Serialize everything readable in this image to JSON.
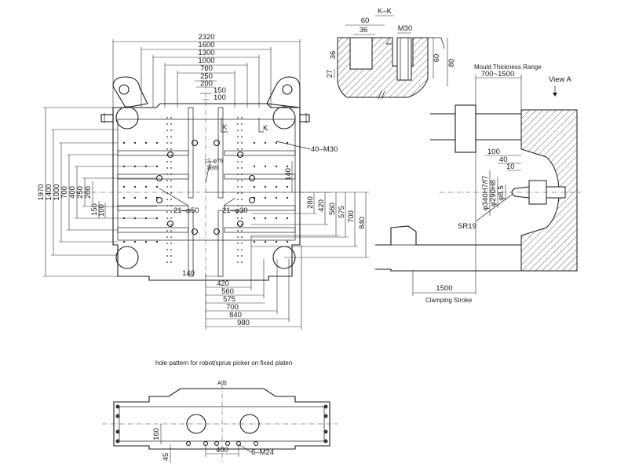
{
  "front_view": {
    "dims_top": [
      "2320",
      "1600",
      "1300",
      "1000",
      "700",
      "250",
      "200",
      "150",
      "100"
    ],
    "dims_left": [
      "1970",
      "1400",
      "1000",
      "700",
      "400",
      "250",
      "200",
      "150",
      "100"
    ],
    "dims_right": [
      "140",
      "280",
      "420",
      "560",
      "575",
      "700",
      "840"
    ],
    "dims_bottom": [
      "140",
      "420",
      "560",
      "575",
      "700",
      "840",
      "980"
    ],
    "labels": {
      "k_mark_1": "K",
      "k_mark_2": "K",
      "tapped_holes": "40–M30",
      "center_holes": "12–φ76",
      "center_depth": "深65",
      "holes_50": "21–φ50",
      "holes_30": "21–φ30"
    }
  },
  "section_kk": {
    "title": "K–K",
    "dims": [
      "60",
      "36",
      "M30",
      "36",
      "27",
      "60",
      "80"
    ]
  },
  "side_view": {
    "mould_range_title": "Mould Thickness Range",
    "mould_range_value": "700~1500",
    "view_label": "View A",
    "dims": [
      "100",
      "40",
      "10",
      "φ340H7/f7",
      "φ290H8",
      "φ8.5"
    ],
    "sr_label": "SR19",
    "stroke_value": "1500",
    "stroke_label": "Clamping Stroke"
  },
  "bottom_view": {
    "title": "hole pattern for robot/sprue picker on fixed platen",
    "center_label": "A向",
    "dims": [
      "160",
      "45",
      "400"
    ],
    "tapped_label": "6–M24"
  }
}
